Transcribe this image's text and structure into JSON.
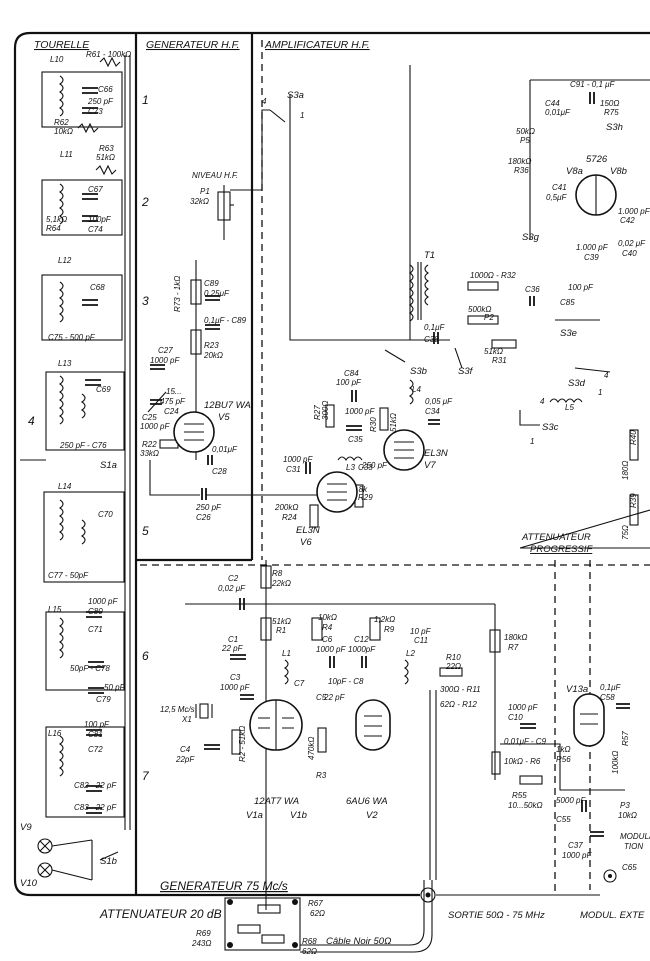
{
  "sections": {
    "tourelle": "TOURELLE",
    "generateur_hf": "GENERATEUR H.F.",
    "amplificateur_hf": "AMPLIFICATEUR H.F.",
    "generateur_75": "GENERATEUR 75 Mc/s",
    "attenuateur_progressif": "ATTENUATEUR PROGRESSIF"
  },
  "band_numbers": [
    "1",
    "2",
    "3",
    "4",
    "5",
    "6",
    "7"
  ],
  "band_4_side": "4",
  "switch_s1a": "S1a",
  "switch_s1b": "S1b",
  "niveau_hf": "NIVEAU H.F.",
  "p1": "P1",
  "p1_value": "32kΩ",
  "transformer": "T1",
  "tubes": {
    "v5_type": "12BU7 WA",
    "v5": "V5",
    "v7_type": "EL3N",
    "v7": "V7",
    "v6_type": "EL3N",
    "v6": "V6",
    "v8_type": "5726",
    "v8a": "V8a",
    "v8b": "V8b",
    "v1_type": "12AT7 WA",
    "v1a": "V1a",
    "v1b": "V1b",
    "v2_type": "6AU6 WA",
    "v2": "V2",
    "v13a": "V13a"
  },
  "labels_top_band": {
    "l10": "L10",
    "r61": "R61 - 100kΩ",
    "c66": "C66",
    "c73_val": "250 pF",
    "c73": "C73",
    "r62_val": "R62",
    "r62": "10kΩ",
    "l11": "L11",
    "r63": "R63",
    "r63_val": "51kΩ",
    "c67": "C67",
    "r64_val": "5,1kΩ",
    "r64": "R64",
    "c74_val": "100pF",
    "c74": "C74",
    "l12": "L12",
    "c68": "C68",
    "c75": "C75 - 500 pF",
    "l13": "L13",
    "c69": "C69",
    "c76": "250 pF - C76",
    "l14": "L14",
    "c70": "C70",
    "c77": "C77 - 50pF",
    "l15": "L15",
    "c80_val": "1000 pF",
    "c80": "C80",
    "c71": "C71",
    "c78": "50pF - C78",
    "c79_val": "50 pF",
    "c79": "C79",
    "l16": "L16",
    "c81_val": "100 pF",
    "c81": "C81",
    "c72": "C72",
    "c82": "C82 - 22 pF",
    "c83": "C83 - 22 pF"
  },
  "gen_hf_parts": {
    "c89": "C89",
    "c89_val": "0,25μF",
    "c89b": "0,1μF - C89",
    "r73": "R73 - 1kΩ",
    "r23": "R23",
    "r23_val": "20kΩ",
    "c27": "C27",
    "c27_val": "1000 pF",
    "c24_15": "15...",
    "c24_val": "475 pF",
    "c24": "C24",
    "c25": "C25",
    "c25_val": "1000 pF",
    "r22": "R22",
    "r22_val": "33kΩ",
    "c28_val": "0,01μF",
    "c28": "C28",
    "c26_val": "250 pF",
    "c26": "C26"
  },
  "amp_parts": {
    "s3a": "S3a",
    "s3a_4": "4",
    "s3a_1": "1",
    "c84": "C84",
    "c84_val": "100 pF",
    "c35_val": "1000 pF",
    "c35": "C35",
    "r27": "R27",
    "r27_val": "300Ω",
    "r30": "R30",
    "r30_val": "51kΩ",
    "l4": "L4",
    "c34_val": "0,05 μF",
    "c34": "C34",
    "c31_val": "1000 pF",
    "c31": "C31",
    "l3": "L3",
    "c33": "C33",
    "c33_val": "250 pF",
    "r29_val": "6,8k",
    "r29": "R29",
    "r24_val": "200kΩ",
    "r24": "R24",
    "r32": "1000Ω - R32",
    "c36": "C36",
    "p2_val": "500kΩ",
    "p2": "P2",
    "c38": "C38",
    "c38_val": "0,1μF",
    "r31_val": "51kΩ",
    "r31": "R31",
    "s3b": "S3b",
    "s3f": "S3f",
    "s3e": "S3e",
    "s3d": "S3d",
    "s3c": "S3c",
    "s3g": "S3g",
    "s3h": "S3h",
    "c85": "C85",
    "c85_val": "100 pF",
    "l5": "L5",
    "n4a": "4",
    "n1a": "1",
    "n4b": "4",
    "n1b": "1",
    "c91": "C91 - 0,1 μF",
    "c44": "C44",
    "c44_val": "0,01μF",
    "r75_val": "150Ω",
    "r75": "R75",
    "p5_val": "50kΩ",
    "p5": "P5",
    "r36_val": "180kΩ",
    "r36": "R36",
    "c41": "C41",
    "c41_val": "0,5μF",
    "c42_val": "1.000 pF",
    "c42": "C42",
    "c39_val": "1.000 pF",
    "c39": "C39",
    "c40_val": "0,02 μF",
    "c40": "C40",
    "r40": "R40",
    "r40_val": "180Ω",
    "r39": "R39",
    "r39_val": "75Ω"
  },
  "gen75_parts": {
    "r8": "R8",
    "r8_val": "22kΩ",
    "c2": "C2",
    "c2_val": "0,02 μF",
    "r1_val": "51kΩ",
    "r1": "R1",
    "r4_val": "10kΩ",
    "r4": "R4",
    "r9_val": "1,2kΩ",
    "r9": "R9",
    "c11_val": "10 pF",
    "c11": "C11",
    "c1": "C1",
    "c1_val": "22 pF",
    "c6": "C6",
    "c6_val": "1000 pF",
    "c12": "C12",
    "c12_val": "1000pF",
    "l1": "L1",
    "c7": "C7",
    "c8": "10pF - C8",
    "l2": "L2",
    "r10": "R10",
    "r10_val": "22Ω",
    "r11": "300Ω - R11",
    "r12": "62Ω - R12",
    "r7_val": "180kΩ",
    "r7": "R7",
    "c3": "C3",
    "c3_val": "1000 pF",
    "x1_val": "12,5 Mc/s",
    "x1": "X1",
    "c5": "C5",
    "c5_val": "22 pF",
    "c4": "C4",
    "c4_val": "22pF",
    "r2": "R2 - 51kΩ",
    "r3_val": "470kΩ",
    "r3": "R3",
    "c10_val": "1000 pF",
    "c10": "C10",
    "c9": "0,01μF - C9",
    "r6": "10kΩ - R6",
    "r55": "R55",
    "r55_val": "10...50kΩ",
    "r56_val": "1kΩ",
    "r56": "R56",
    "c58_val": "0,1μF",
    "c58": "C58",
    "r57": "R57",
    "r57_val": "100kΩ",
    "c37_val": "5000 pF",
    "c37": "C55",
    "c38b": "C37",
    "c38b_val": "1000 pF",
    "p3": "P3",
    "p3_val": "10kΩ",
    "modulation": "MODULA-TION",
    "c65": "C65"
  },
  "lamps": {
    "v9": "V9",
    "v10": "V10"
  },
  "bottom": {
    "attenuateur": "ATTENUATEUR 20 dB",
    "r67": "R67",
    "r67_val": "62Ω",
    "r69": "R69",
    "r69_val": "243Ω",
    "r68": "R68",
    "r68_val": "62Ω",
    "sortie": "SORTIE 50Ω - 75 MHz",
    "cable": "Câble Noir 50Ω",
    "modul_ext": "MODUL. EXTE"
  }
}
